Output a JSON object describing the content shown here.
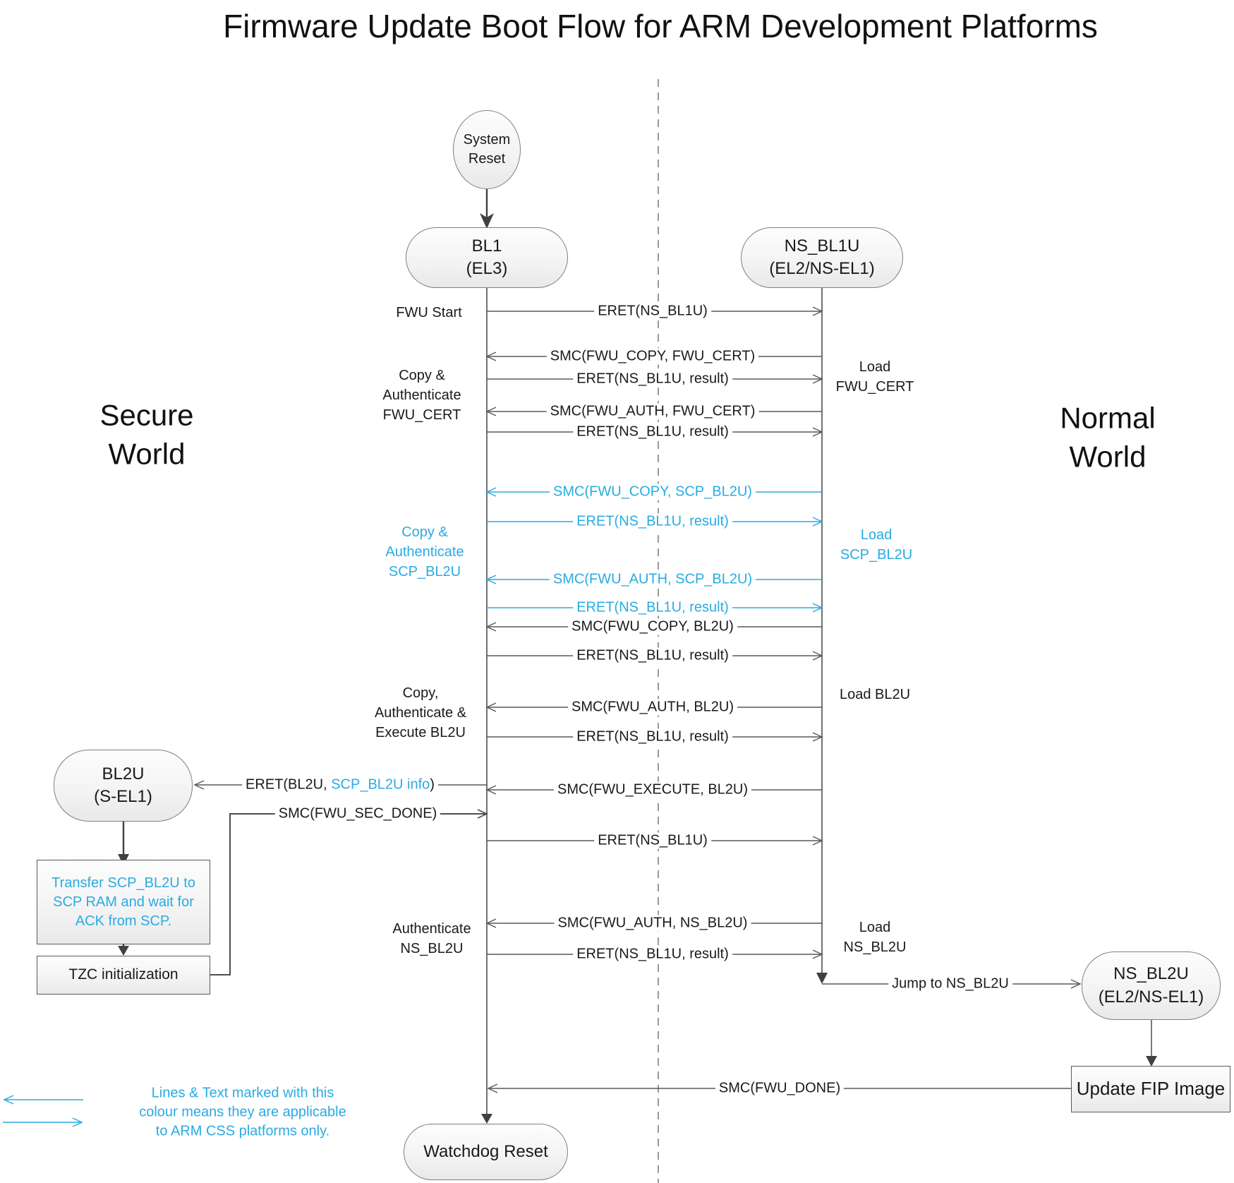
{
  "title": "Firmware Update Boot Flow for ARM Development Platforms",
  "colors": {
    "accent_cyan": "#29abe2",
    "line_gray": "#595959",
    "text_black": "#1a1a1a",
    "node_border": "#7f7f7f"
  },
  "worlds": {
    "secure": [
      "Secure",
      "World"
    ],
    "normal": [
      "Normal",
      "World"
    ]
  },
  "nodes": {
    "system_reset": [
      "System",
      "Reset"
    ],
    "bl1": [
      "BL1",
      "(EL3)"
    ],
    "ns_bl1u": [
      "NS_BL1U",
      "(EL2/NS-EL1)"
    ],
    "bl2u": [
      "BL2U",
      "(S-EL1)"
    ],
    "transfer_scp": [
      "Transfer SCP_BL2U to",
      "SCP RAM and wait for",
      "ACK from SCP."
    ],
    "tzc": "TZC initialization",
    "ns_bl2u": [
      "NS_BL2U",
      "(EL2/NS-EL1)"
    ],
    "update_fip": "Update FIP Image",
    "watchdog": "Watchdog Reset"
  },
  "messages": {
    "eret_ns_bl1u": "ERET(NS_BL1U)",
    "eret_result": "ERET(NS_BL1U, result)",
    "smc_copy_fwu_cert": "SMC(FWU_COPY, FWU_CERT)",
    "smc_auth_fwu_cert": "SMC(FWU_AUTH, FWU_CERT)",
    "smc_copy_scp_bl2u": "SMC(FWU_COPY, SCP_BL2U)",
    "smc_auth_scp_bl2u": "SMC(FWU_AUTH, SCP_BL2U)",
    "smc_copy_bl2u": "SMC(FWU_COPY, BL2U)",
    "smc_auth_bl2u": "SMC(FWU_AUTH, BL2U)",
    "smc_execute_bl2u": "SMC(FWU_EXECUTE, BL2U)",
    "eret_bl2u": {
      "prefix": "ERET(BL2U, ",
      "highlight": "SCP_BL2U info",
      "suffix": ")"
    },
    "smc_sec_done": "SMC(FWU_SEC_DONE)",
    "smc_auth_ns_bl2u": "SMC(FWU_AUTH, NS_BL2U)",
    "jump_ns_bl2u": "Jump to NS_BL2U",
    "smc_done": "SMC(FWU_DONE)"
  },
  "activities": {
    "fwu_start": "FWU Start",
    "copy_auth_fwu_cert": [
      "Copy &",
      "Authenticate",
      "FWU_CERT"
    ],
    "copy_auth_scp_bl2u": [
      "Copy &",
      "Authenticate",
      "SCP_BL2U"
    ],
    "copy_auth_exec_bl2u": [
      "Copy,",
      "Authenticate &",
      "Execute BL2U"
    ],
    "auth_ns_bl2u": [
      "Authenticate",
      "NS_BL2U"
    ]
  },
  "loads": {
    "load_fwu_cert": [
      "Load",
      "FWU_CERT"
    ],
    "load_scp_bl2u": [
      "Load",
      "SCP_BL2U"
    ],
    "load_bl2u": "Load BL2U",
    "load_ns_bl2u": [
      "Load",
      "NS_BL2U"
    ]
  },
  "legend": {
    "lines": [
      "Lines & Text marked with this",
      "colour means they are applicable",
      "to ARM CSS platforms only."
    ]
  }
}
